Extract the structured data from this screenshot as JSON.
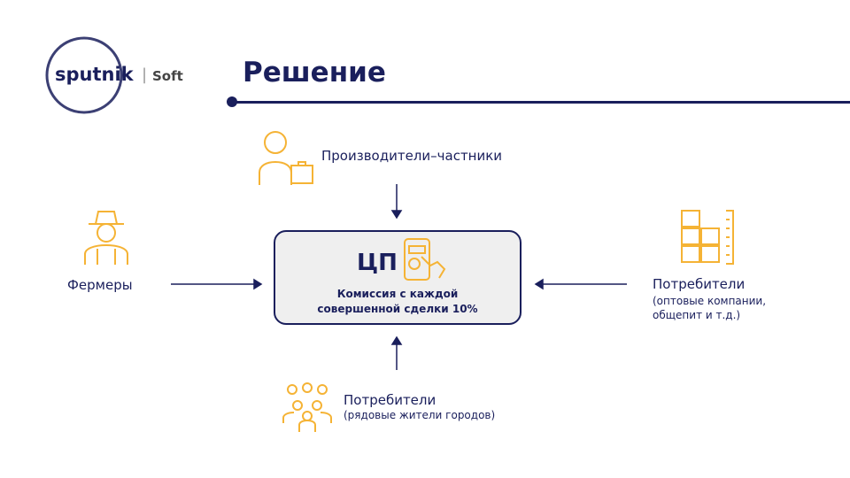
{
  "logo": {
    "brand": "sputnik",
    "suffix": "Soft"
  },
  "title": "Решение",
  "center": {
    "label": "ЦП",
    "caption_line1": "Комиссия с каждой",
    "caption_line2": "совершенной сделки 10%"
  },
  "nodes": {
    "producers": {
      "label": "Производители–частники"
    },
    "farmers": {
      "label": "Фермеры"
    },
    "wholesale": {
      "label": "Потребители",
      "sub1": "(оптовые компании,",
      "sub2": "общепит и т.д.)"
    },
    "citizens": {
      "label": "Потребители",
      "sub": "(рядовые жители городов)"
    }
  },
  "colors": {
    "navy": "#1a1f5c",
    "accent": "#f5b335",
    "box": "#efefef"
  }
}
